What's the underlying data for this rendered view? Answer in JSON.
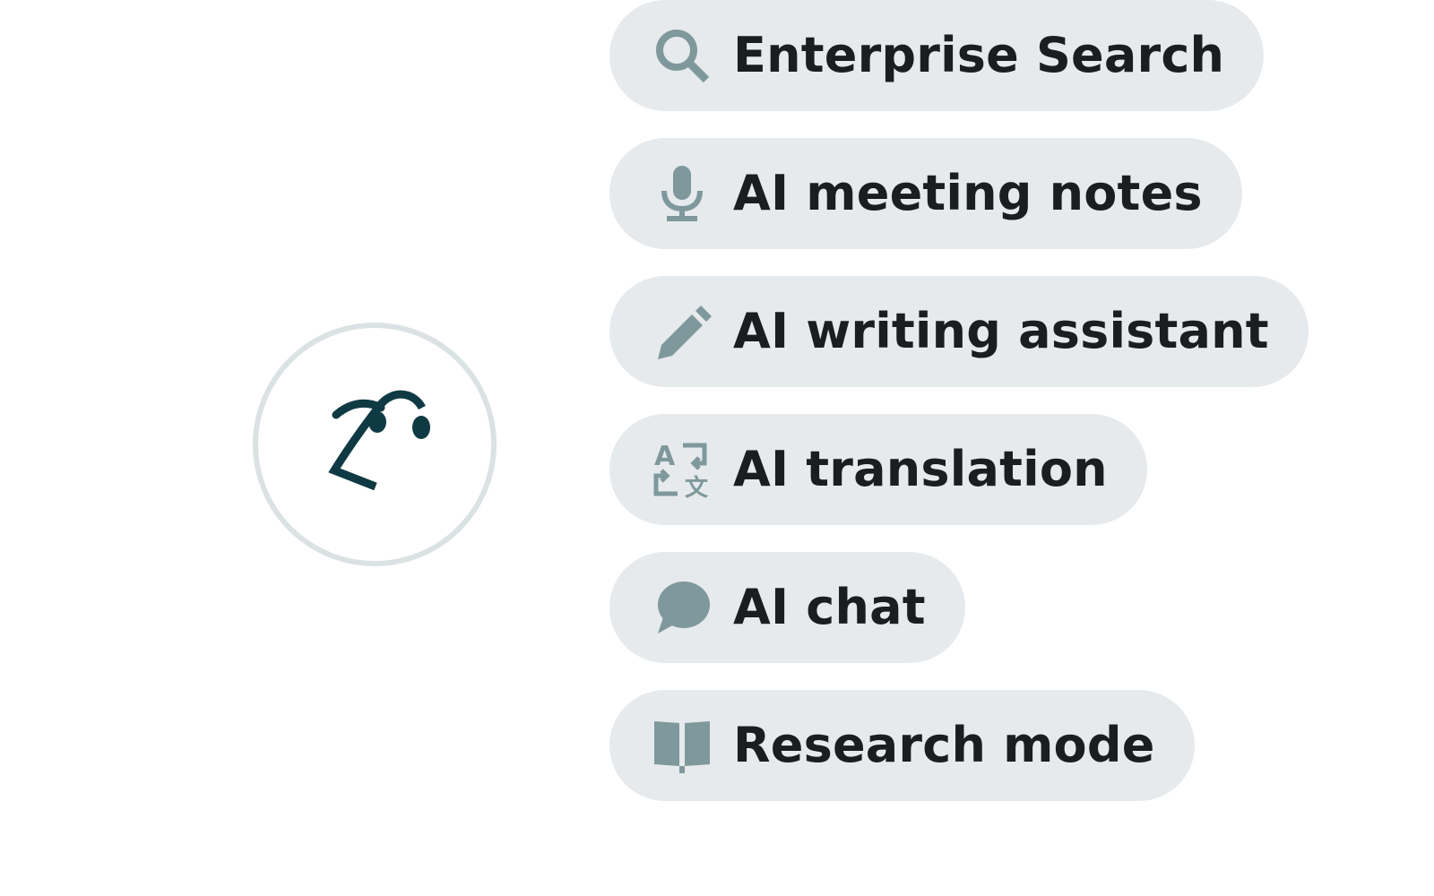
{
  "colors": {
    "pill_background": "#e6eaec",
    "icon": "#7f989c",
    "text": "#1b1d1f",
    "logo": "#0f3a44",
    "avatar_ring": "#dbe2e4"
  },
  "logo": {
    "icon": "face-logo-icon"
  },
  "features": [
    {
      "label": "Enterprise Search",
      "icon": "search-icon"
    },
    {
      "label": "AI meeting notes",
      "icon": "microphone-icon"
    },
    {
      "label": "AI writing assistant",
      "icon": "pencil-icon"
    },
    {
      "label": "AI translation",
      "icon": "translate-icon"
    },
    {
      "label": "AI chat",
      "icon": "chat-bubble-icon"
    },
    {
      "label": "Research mode",
      "icon": "book-icon"
    }
  ]
}
